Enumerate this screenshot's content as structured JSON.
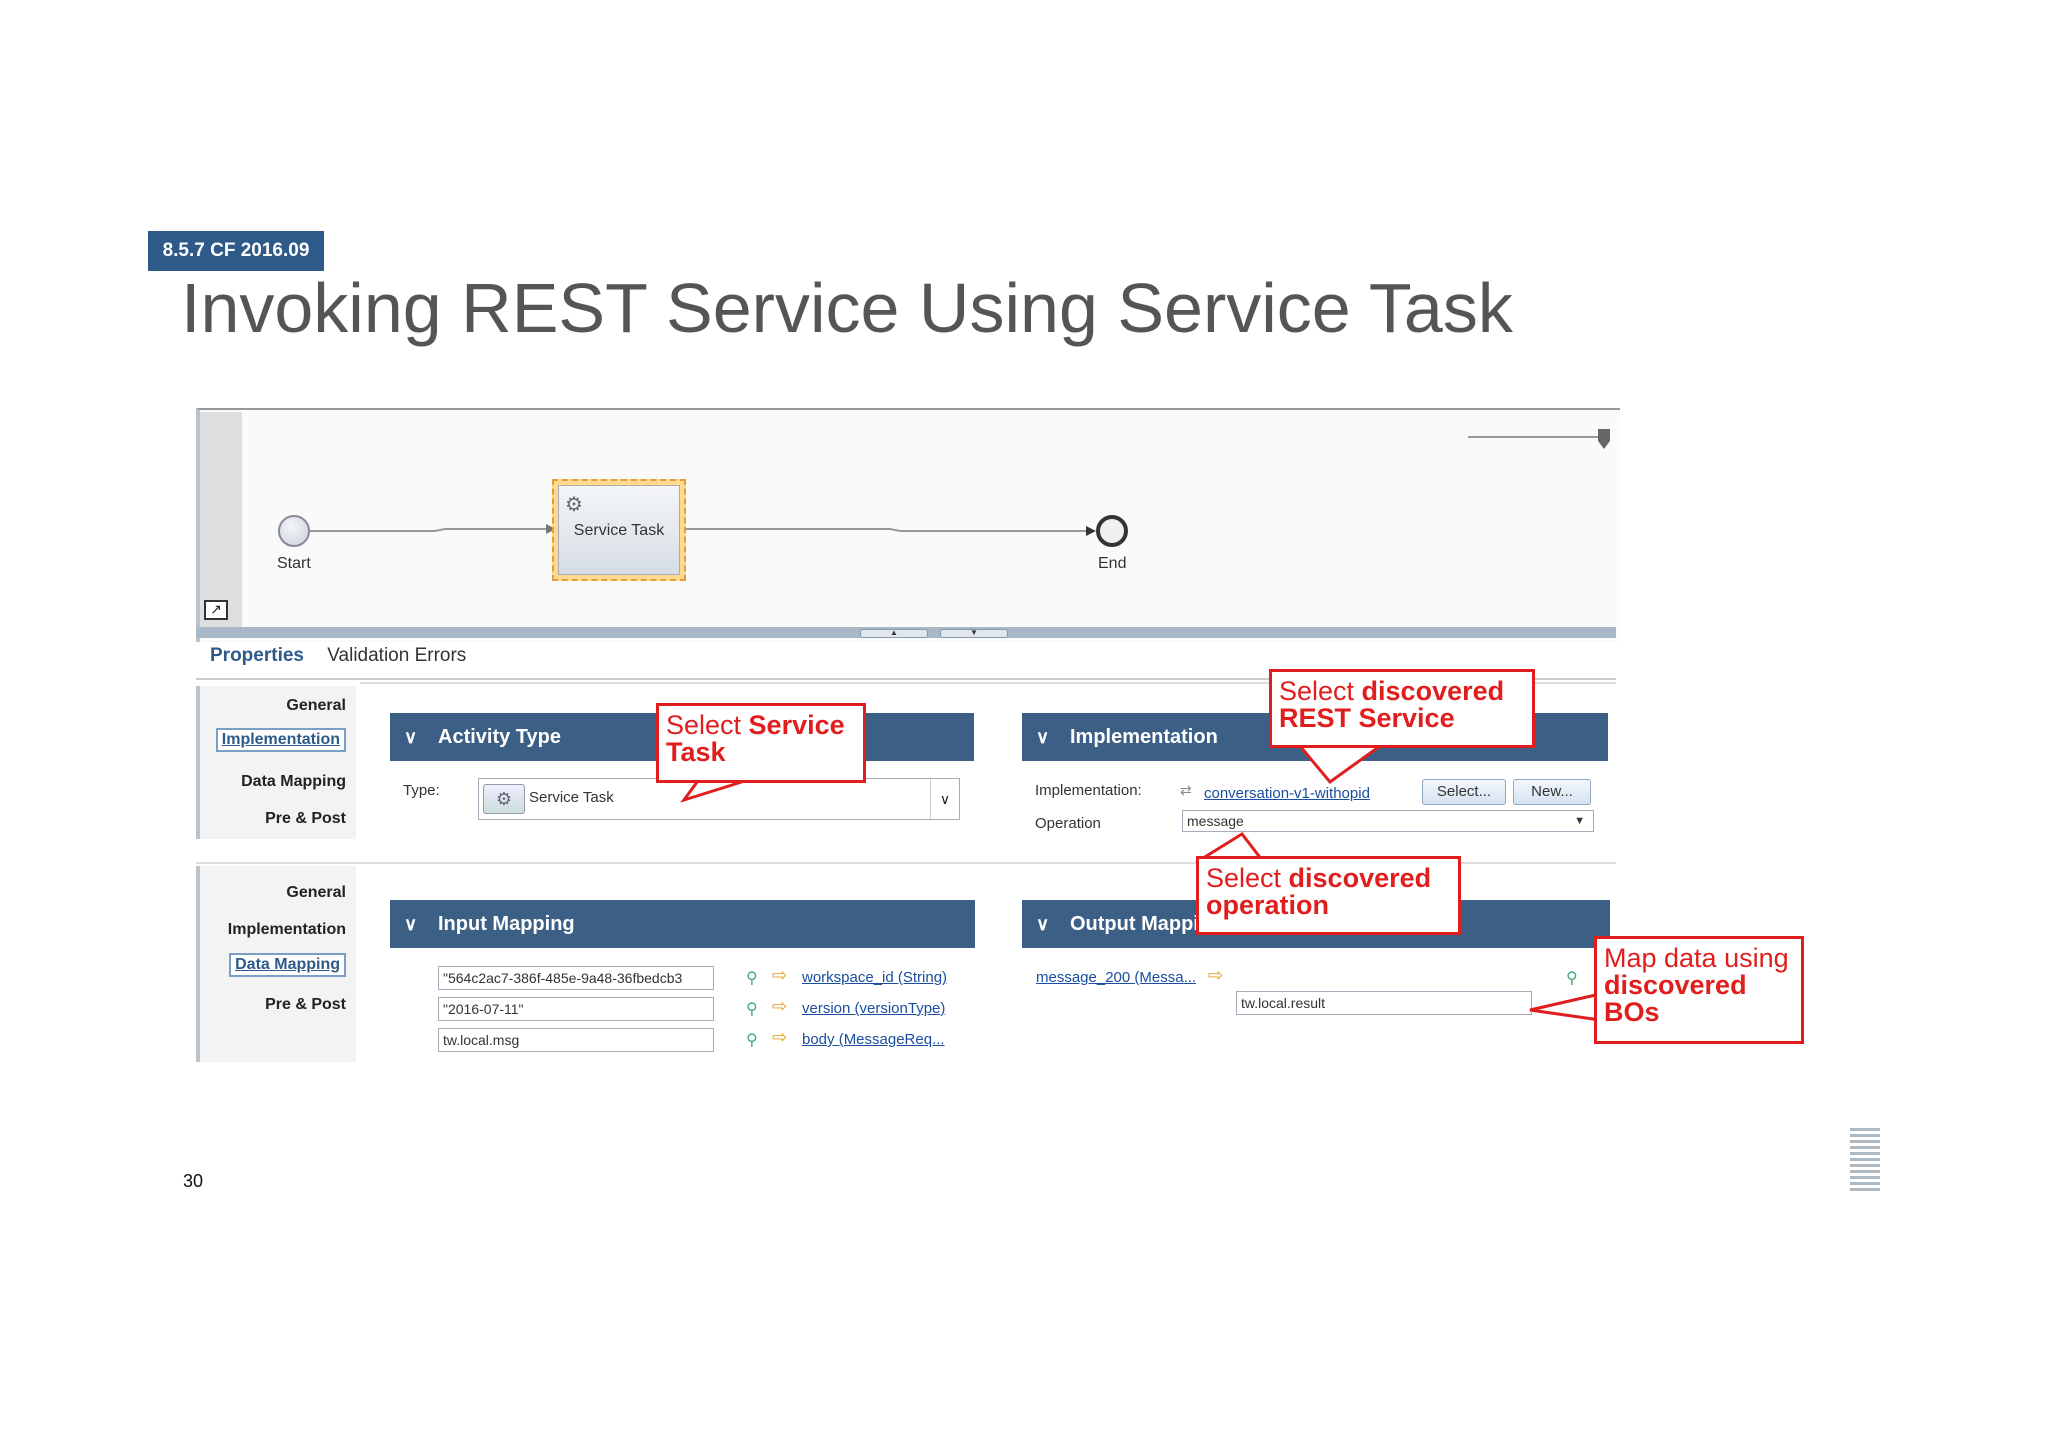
{
  "badge": "8.5.7 CF 2016.09",
  "title": "Invoking REST Service Using Service Task",
  "page_number": "30",
  "diagram": {
    "start_label": "Start",
    "task_label": "Service Task",
    "end_label": "End"
  },
  "properties": {
    "tab_properties": "Properties",
    "tab_validation": "Validation Errors"
  },
  "panel1": {
    "side": [
      "General",
      "Implementation",
      "Data Mapping",
      "Pre & Post"
    ],
    "activity_type": {
      "header": "Activity Type",
      "type_label": "Type:",
      "type_value": "Service Task"
    },
    "implementation": {
      "header": "Implementation",
      "impl_label": "Implementation:",
      "impl_link": "conversation-v1-withopid",
      "select_button": "Select...",
      "new_button": "New...",
      "operation_label": "Operation",
      "operation_value": "message"
    }
  },
  "panel2": {
    "side": [
      "General",
      "Implementation",
      "Data Mapping",
      "Pre & Post"
    ],
    "input_mapping": {
      "header": "Input Mapping",
      "rows": [
        {
          "value": "\"564c2ac7-386f-485e-9a48-36fbedcb3",
          "param": "workspace_id (String)"
        },
        {
          "value": "\"2016-07-11\"",
          "param": "version (versionType)"
        },
        {
          "value": "tw.local.msg",
          "param": "body (MessageReq..."
        }
      ]
    },
    "output_mapping": {
      "header": "Output Mapping",
      "param": "message_200 (Messa...",
      "value": "tw.local.result"
    }
  },
  "callouts": {
    "service_task": {
      "normal": "Select ",
      "bold": "Service Task"
    },
    "rest_service": {
      "normal": "Select ",
      "bold": "discovered REST Service"
    },
    "operation": {
      "normal": "Select ",
      "bold": "discovered operation"
    },
    "bos": {
      "normal": "Map data using ",
      "bold": "discovered BOs"
    }
  }
}
